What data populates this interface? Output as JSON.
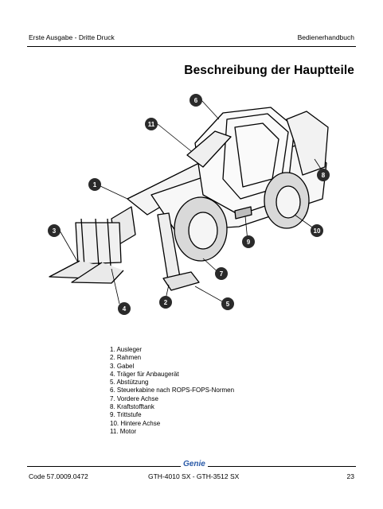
{
  "header": {
    "left": "Erste Ausgabe - Dritte Druck",
    "right": "Bedienerhandbuch"
  },
  "title": "Beschreibung der Hauptteile",
  "callouts": [
    "1",
    "2",
    "3",
    "4",
    "5",
    "6",
    "7",
    "8",
    "9",
    "10",
    "11"
  ],
  "legend": [
    "1. Ausleger",
    "2. Rahmen",
    "3. Gabel",
    "4. Träger für Anbaugerät",
    "5. Abstützung",
    "6. Steuerkabine nach ROPS-FOPS-Normen",
    "7. Vordere Achse",
    "8. Kraftstofftank",
    "9. Trittstufe",
    "10. Hintere Achse",
    "11. Motor"
  ],
  "footer": {
    "left": "Code 57.0009.0472",
    "center": "GTH-4010 SX - GTH-3512 SX",
    "right": "23",
    "logo": "Genie"
  }
}
